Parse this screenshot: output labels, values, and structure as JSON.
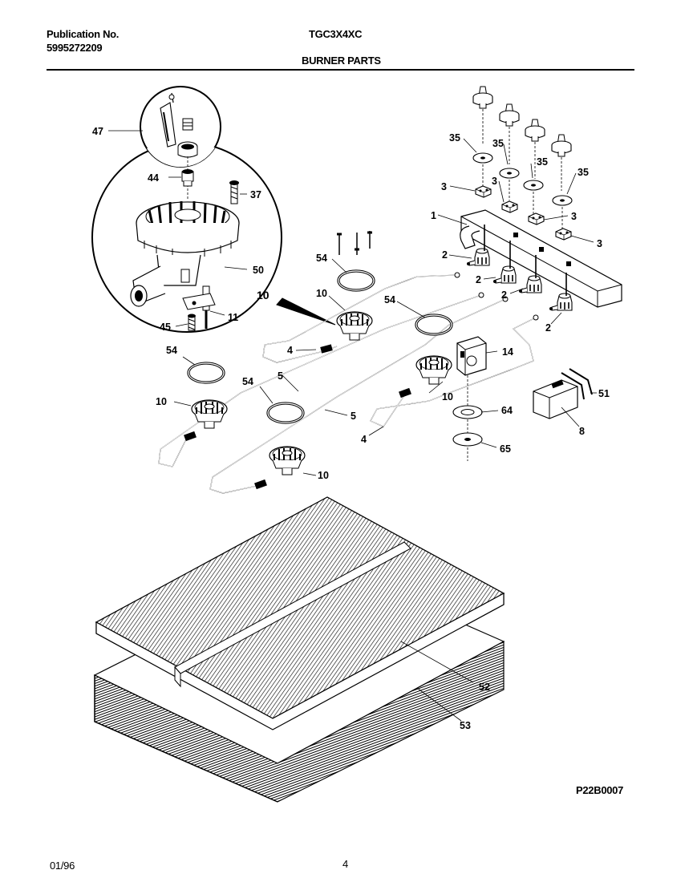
{
  "header": {
    "publication_label": "Publication No.",
    "publication_number": "5995272209",
    "model": "TGC3X4XC",
    "section_title": "BURNER PARTS"
  },
  "footer": {
    "date": "01/96",
    "page_number": "4",
    "diagram_code": "P22B0007"
  },
  "callouts": {
    "c47": "47",
    "c44": "44",
    "c37": "37",
    "c50": "50",
    "c10_detail": "10",
    "c11": "11",
    "c45": "45",
    "c35a": "35",
    "c35b": "35",
    "c35c": "35",
    "c35d": "35",
    "c3a": "3",
    "c3b": "3",
    "c3c": "3",
    "c3d": "3",
    "c1": "1",
    "c2a": "2",
    "c2b": "2",
    "c2c": "2",
    "c2d": "2",
    "c54a": "54",
    "c54b": "54",
    "c54c": "54",
    "c54d": "54",
    "c10a": "10",
    "c10b": "10",
    "c10c": "10",
    "c10d": "10",
    "c4a": "4",
    "c4b": "4",
    "c5a": "5",
    "c5b": "5",
    "c14": "14",
    "c64": "64",
    "c65": "65",
    "c51": "51",
    "c8": "8",
    "c52": "52",
    "c53": "53"
  }
}
